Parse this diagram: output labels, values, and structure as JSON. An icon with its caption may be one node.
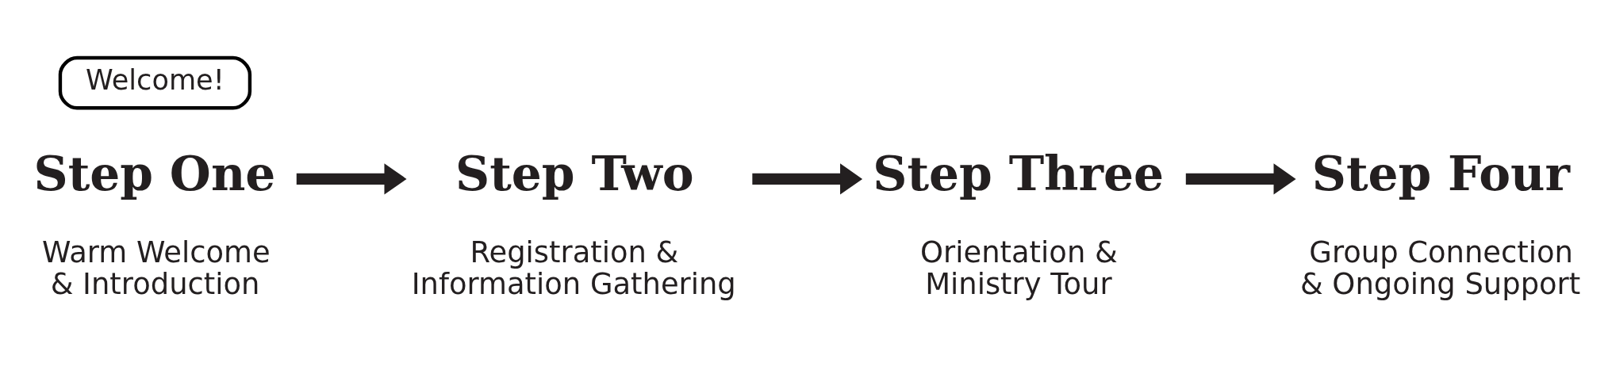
{
  "diagram": {
    "nodes": [
      {
        "text": [
          "Step One",
          "Warm Welcome & Introduction"
        ]
      },
      {
        "text": [
          "Step Two",
          "Registration & Information Gathering"
        ]
      },
      {
        "text": [
          "Step Three",
          "Orientation & Ministry Tour"
        ]
      },
      {
        "text": [
          "Step Four",
          "Group Connection & Ongoing Support"
        ]
      }
    ],
    "edges": [
      {
        "from": 0,
        "to": 1,
        "arrow": "to"
      },
      {
        "from": 1,
        "to": 2,
        "arrow": "to"
      },
      {
        "from": 2,
        "to": 3,
        "arrow": "to"
      }
    ],
    "labels": [
      "Welcome!"
    ]
  }
}
